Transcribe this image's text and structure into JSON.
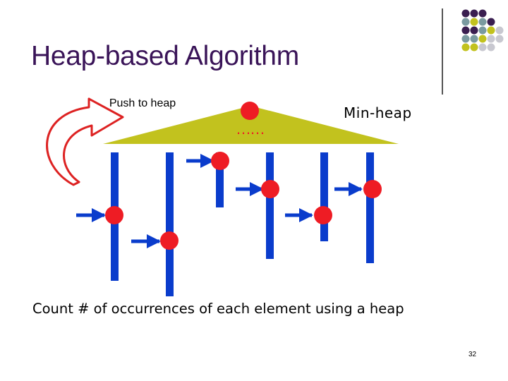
{
  "slide": {
    "title": "Heap-based Algorithm",
    "push_label": "Push to heap",
    "heap_label": "Min-heap",
    "ellipsis": "……",
    "caption": "Count # of occurrences of each element using a heap",
    "page_number": "32"
  },
  "colors": {
    "title": "#3a1458",
    "heap_triangle": "#c2c21e",
    "node": "#ee1c24",
    "bar": "#0a3ccc",
    "arrow_curved": "#dd2222",
    "corner_purple": "#3a1e50",
    "corner_teal": "#7a9aa0",
    "corner_olive": "#c2c21e",
    "corner_grey": "#c8c8d0"
  },
  "icons": {
    "curved_arrow": "curved-arrow-icon",
    "pointer_arrow": "right-arrow-icon"
  }
}
